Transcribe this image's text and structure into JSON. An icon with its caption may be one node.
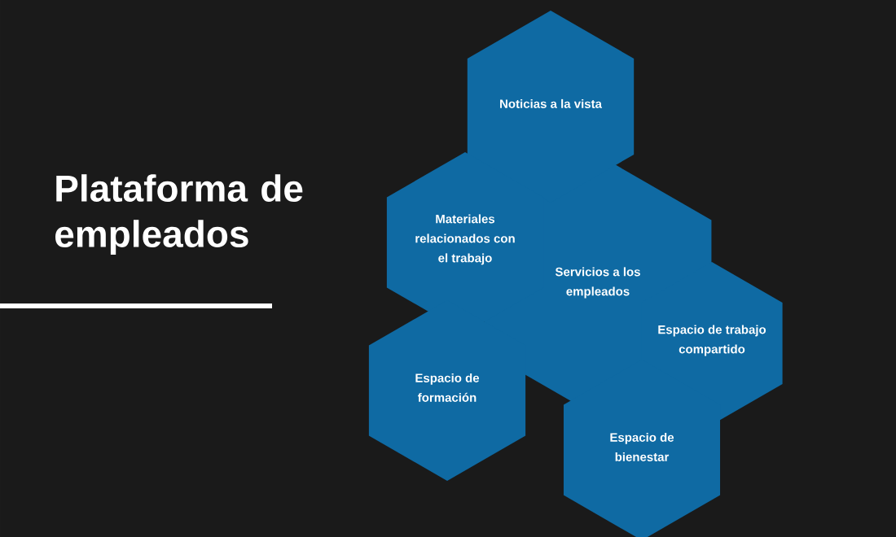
{
  "diagram": {
    "title": "Plataforma de empleados",
    "nodes": [
      {
        "text": [
          "Noticias a la vista"
        ]
      },
      {
        "text": [
          "Materiales relacionados con el trabajo"
        ]
      },
      {
        "text": [
          "Servicios a los empleados"
        ]
      },
      {
        "text": [
          "Espacio de trabajo compartido"
        ]
      },
      {
        "text": [
          "Espacio de formación"
        ]
      },
      {
        "text": [
          "Espacio de bienestar"
        ]
      }
    ],
    "edges": []
  }
}
